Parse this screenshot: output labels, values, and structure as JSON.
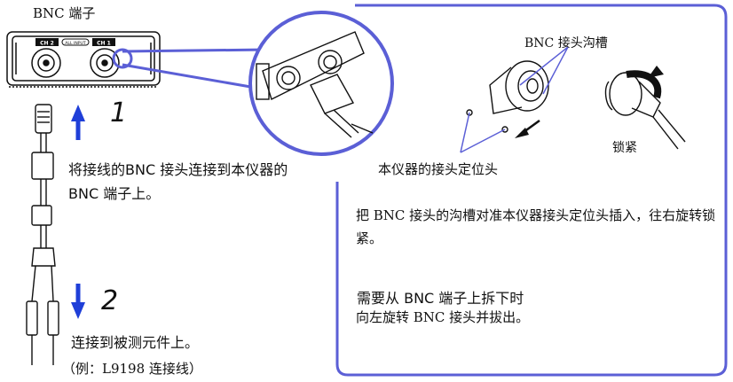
{
  "labels": {
    "bnc_port": "BNC 端子",
    "connector_groove": "BNC 接头沟槽",
    "lock": "锁紧",
    "locator": "本仪器的接头定位头",
    "device_tags": {
      "ch2": "CH 2",
      "all_input": "ALL INPUT",
      "ch1": "CH 1"
    }
  },
  "steps": {
    "step1_number": "1",
    "step1_text": "将接线的BNC 接头连接到本仪器的 BNC 端子上。",
    "step2_number": "2",
    "step2_text": "连接到被测元件上。",
    "example": "（例：L9198 连接线）"
  },
  "instructions": {
    "insert": "把 BNC 接头的沟槽对准本仪器接头定位头插入，往右旋转锁紧。",
    "remove_title": "需要从 BNC 端子上拆下时",
    "remove_desc": "向左旋转 BNC 接头并拔出。"
  },
  "colors": {
    "accent": "#5b5fd6",
    "arrow": "#1f3fd8",
    "ink": "#111111"
  }
}
